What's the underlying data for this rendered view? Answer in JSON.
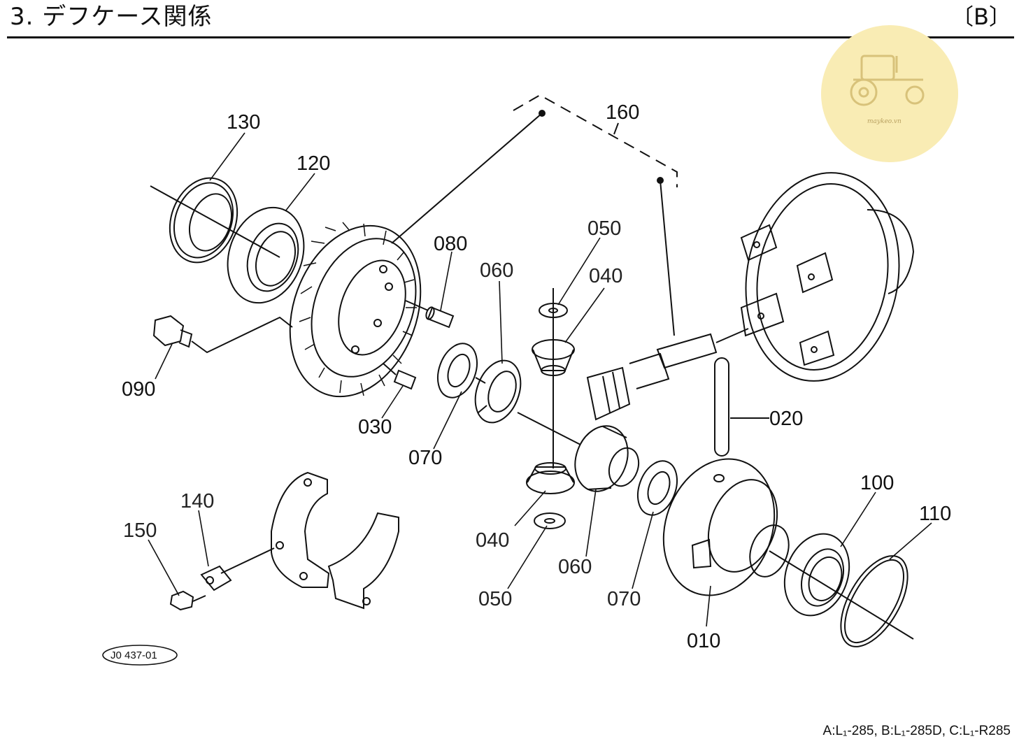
{
  "header": {
    "title": "3. デフケース関係",
    "variant_badge": "〔B〕"
  },
  "watermark": {
    "icon": "tractor-icon",
    "text": "maykeo.vn",
    "color": "#f7e6a0"
  },
  "parts": [
    {
      "id": "p130",
      "label": "130"
    },
    {
      "id": "p120",
      "label": "120"
    },
    {
      "id": "p090",
      "label": "090"
    },
    {
      "id": "p080",
      "label": "080"
    },
    {
      "id": "p030",
      "label": "030"
    },
    {
      "id": "p070a",
      "label": "070"
    },
    {
      "id": "p060a",
      "label": "060"
    },
    {
      "id": "p050a",
      "label": "050"
    },
    {
      "id": "p040a",
      "label": "040"
    },
    {
      "id": "p160",
      "label": "160"
    },
    {
      "id": "p020",
      "label": "020"
    },
    {
      "id": "p040b",
      "label": "040"
    },
    {
      "id": "p050b",
      "label": "050"
    },
    {
      "id": "p060b",
      "label": "060"
    },
    {
      "id": "p070b",
      "label": "070"
    },
    {
      "id": "p010",
      "label": "010"
    },
    {
      "id": "p100",
      "label": "100"
    },
    {
      "id": "p110",
      "label": "110"
    },
    {
      "id": "p140",
      "label": "140"
    },
    {
      "id": "p150",
      "label": "150"
    }
  ],
  "drawing_code": "J0 437-01",
  "footer": {
    "models": "A:L₁-285, B:L₁-285D, C:L₁-R285"
  }
}
